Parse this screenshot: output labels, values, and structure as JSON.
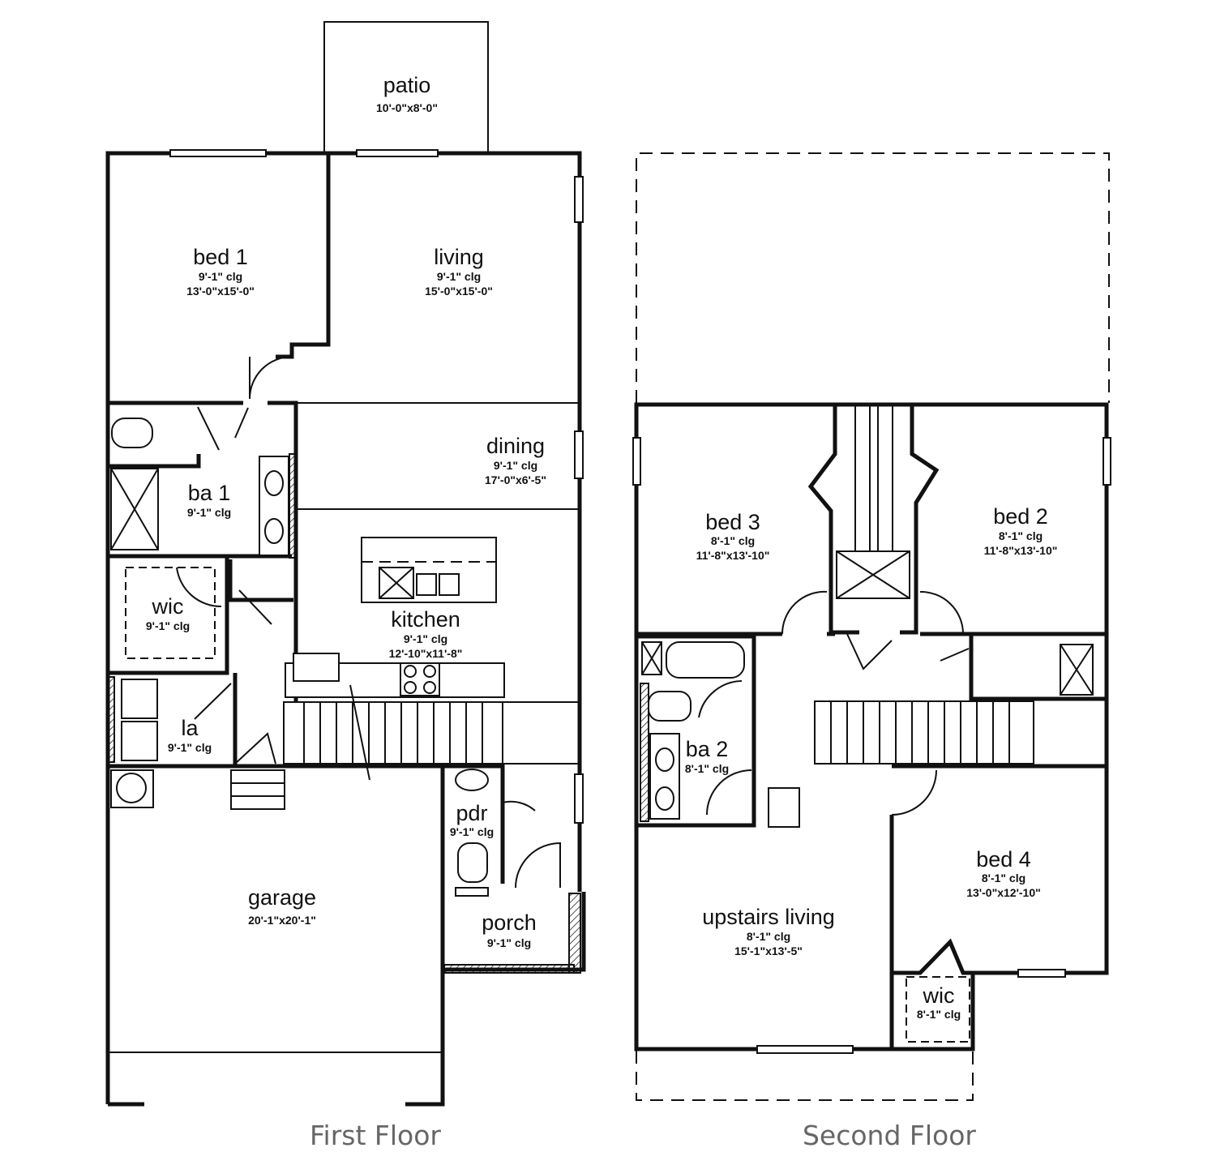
{
  "first_floor": {
    "label": "First Floor",
    "rooms": {
      "patio": {
        "name": "patio",
        "dims": "10'-0\"x8'-0\""
      },
      "bed1": {
        "name": "bed 1",
        "clg": "9'-1\"  clg",
        "dims": "13'-0\"x15'-0\""
      },
      "living": {
        "name": "living",
        "clg": "9'-1\"  clg",
        "dims": "15'-0\"x15'-0\""
      },
      "dining": {
        "name": "dining",
        "clg": "9'-1\"  clg",
        "dims": "17'-0\"x6'-5\""
      },
      "ba1": {
        "name": "ba 1",
        "clg": "9'-1\"  clg"
      },
      "wic": {
        "name": "wic",
        "clg": "9'-1\"  clg"
      },
      "kitchen": {
        "name": "kitchen",
        "clg": "9'-1\"  clg",
        "dims": "12'-10\"x11'-8\""
      },
      "la": {
        "name": "la",
        "clg": "9'-1\"  clg"
      },
      "pdr": {
        "name": "pdr",
        "clg": "9'-1\"  clg"
      },
      "garage": {
        "name": "garage",
        "dims": "20'-1\"x20'-1\""
      },
      "porch": {
        "name": "porch",
        "clg": "9'-1\"  clg"
      }
    }
  },
  "second_floor": {
    "label": "Second Floor",
    "rooms": {
      "bed3": {
        "name": "bed 3",
        "clg": "8'-1\"  clg",
        "dims": "11'-8\"x13'-10\""
      },
      "bed2": {
        "name": "bed 2",
        "clg": "8'-1\"  clg",
        "dims": "11'-8\"x13'-10\""
      },
      "ba2": {
        "name": "ba 2",
        "clg": "8'-1\"  clg"
      },
      "bed4": {
        "name": "bed 4",
        "clg": "8'-1\"  clg",
        "dims": "13'-0\"x12'-10\""
      },
      "upstairs": {
        "name": "upstairs living",
        "clg": "8'-1\"  clg",
        "dims": "15'-1\"x13'-5\""
      },
      "wic": {
        "name": "wic",
        "clg": "8'-1\"  clg"
      }
    }
  }
}
